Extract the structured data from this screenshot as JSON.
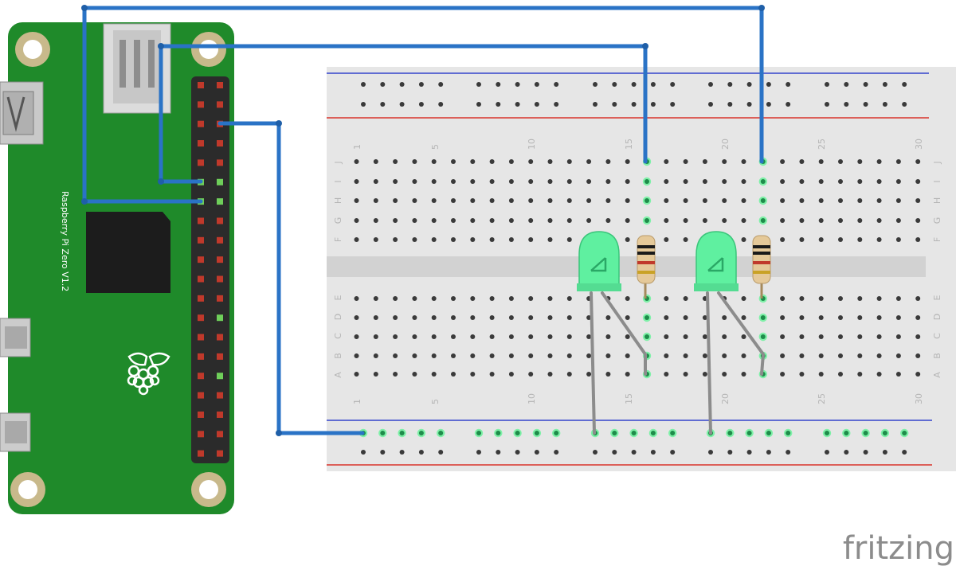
{
  "diagram": {
    "board_label": "Raspberry Pi Zero V1.2",
    "brand": "fritzing",
    "row_letters_top": [
      "J",
      "I",
      "H",
      "G",
      "F"
    ],
    "row_letters_bottom": [
      "E",
      "D",
      "C",
      "B",
      "A"
    ],
    "column_numbers": [
      "1",
      "5",
      "10",
      "15",
      "20",
      "25",
      "30"
    ]
  },
  "colors": {
    "board": "#1f8a2a",
    "breadboard": "#e7e7e7",
    "wire": "#2a73c6",
    "led": "#5ff0a0",
    "power_red": "#d9342b",
    "power_blue": "#3344cc",
    "brand_text": "#8c8c8c"
  }
}
